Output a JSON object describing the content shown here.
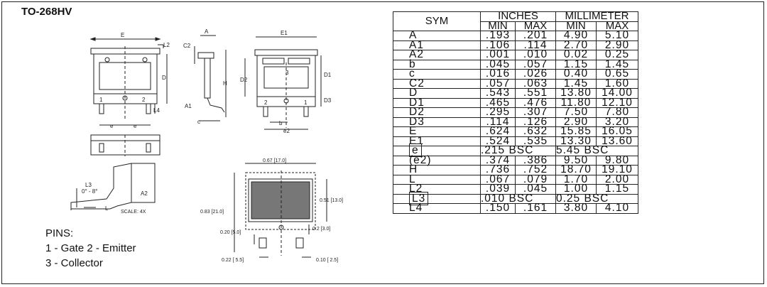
{
  "package": {
    "title": "TO-268HV"
  },
  "pins": {
    "heading": "PINS:",
    "line1": "1 - Gate  2 - Emitter",
    "line2": "3 - Collector"
  },
  "labels": {
    "E": "E",
    "L2": "L2",
    "C2": "C2",
    "A": "A",
    "E1": "E1",
    "D": "D",
    "H": "H",
    "D2": "D2",
    "D1": "D1",
    "D3": "D3",
    "A1": "A1",
    "L4": "L4",
    "c": "c",
    "e": "e",
    "b": "b",
    "e2": "e2",
    "pin1": "1",
    "pin2": "2",
    "pin3": "3",
    "L3": "L3",
    "angle": "0° - 8°",
    "A2": "A2",
    "L": "L",
    "scale": "SCALE: 4X",
    "dim067": "0.67 [17.0]",
    "dim083": "0.83 [21.0]",
    "dim051": "0.51 [13.0]",
    "dim020": "0.20 [5.0]",
    "dim02": "0.2 [3.0]",
    "dim022": "0.22 [ 5.5]",
    "dim010": "0.10 [ 2.5]"
  },
  "table": {
    "sym_header": "SYM",
    "inches_header": "INCHES",
    "mm_header": "MILLIMETER",
    "min": "MIN",
    "max": "MAX",
    "rows": [
      {
        "sym": "A",
        "in_min": ".193",
        "in_max": ".201",
        "mm_min": "4.90",
        "mm_max": "5.10"
      },
      {
        "sym": "A1",
        "in_min": ".106",
        "in_max": ".114",
        "mm_min": "2.70",
        "mm_max": "2.90"
      },
      {
        "sym": "A2",
        "in_min": ".001",
        "in_max": ".010",
        "mm_min": "0.02",
        "mm_max": "0.25"
      },
      {
        "sym": "b",
        "in_min": ".045",
        "in_max": ".057",
        "mm_min": "1.15",
        "mm_max": "1.45"
      },
      {
        "sym": "c",
        "in_min": ".016",
        "in_max": ".026",
        "mm_min": "0.40",
        "mm_max": "0.65"
      },
      {
        "sym": "C2",
        "in_min": ".057",
        "in_max": ".063",
        "mm_min": "1.45",
        "mm_max": "1.60"
      },
      {
        "sym": "D",
        "in_min": ".543",
        "in_max": ".551",
        "mm_min": "13.80",
        "mm_max": "14.00"
      },
      {
        "sym": "D1",
        "in_min": ".465",
        "in_max": ".476",
        "mm_min": "11.80",
        "mm_max": "12.10"
      },
      {
        "sym": "D2",
        "in_min": ".295",
        "in_max": ".307",
        "mm_min": "7.50",
        "mm_max": "7.80"
      },
      {
        "sym": "D3",
        "in_min": ".114",
        "in_max": ".126",
        "mm_min": "2.90",
        "mm_max": "3.20"
      },
      {
        "sym": "E",
        "in_min": ".624",
        "in_max": ".632",
        "mm_min": "15.85",
        "mm_max": "16.05"
      },
      {
        "sym": "E1",
        "in_min": ".524",
        "in_max": ".535",
        "mm_min": "13.30",
        "mm_max": "13.60"
      },
      {
        "sym": "e",
        "boxed": true,
        "in_bsc": ".215 BSC",
        "mm_bsc": "5.45 BSC"
      },
      {
        "sym": "(e2)",
        "in_min": ".374",
        "in_max": ".386",
        "mm_min": "9.50",
        "mm_max": "9.80"
      },
      {
        "sym": "H",
        "in_min": ".736",
        "in_max": ".752",
        "mm_min": "18.70",
        "mm_max": "19.10"
      },
      {
        "sym": "L",
        "in_min": ".067",
        "in_max": ".079",
        "mm_min": "1.70",
        "mm_max": "2.00"
      },
      {
        "sym": "L2",
        "in_min": ".039",
        "in_max": ".045",
        "mm_min": "1.00",
        "mm_max": "1.15"
      },
      {
        "sym": "L3",
        "boxed": true,
        "in_bsc": ".010 BSC",
        "mm_bsc": "0.25 BSC"
      },
      {
        "sym": "L4",
        "in_min": ".150",
        "in_max": ".161",
        "mm_min": "3.80",
        "mm_max": "4.10"
      }
    ]
  }
}
